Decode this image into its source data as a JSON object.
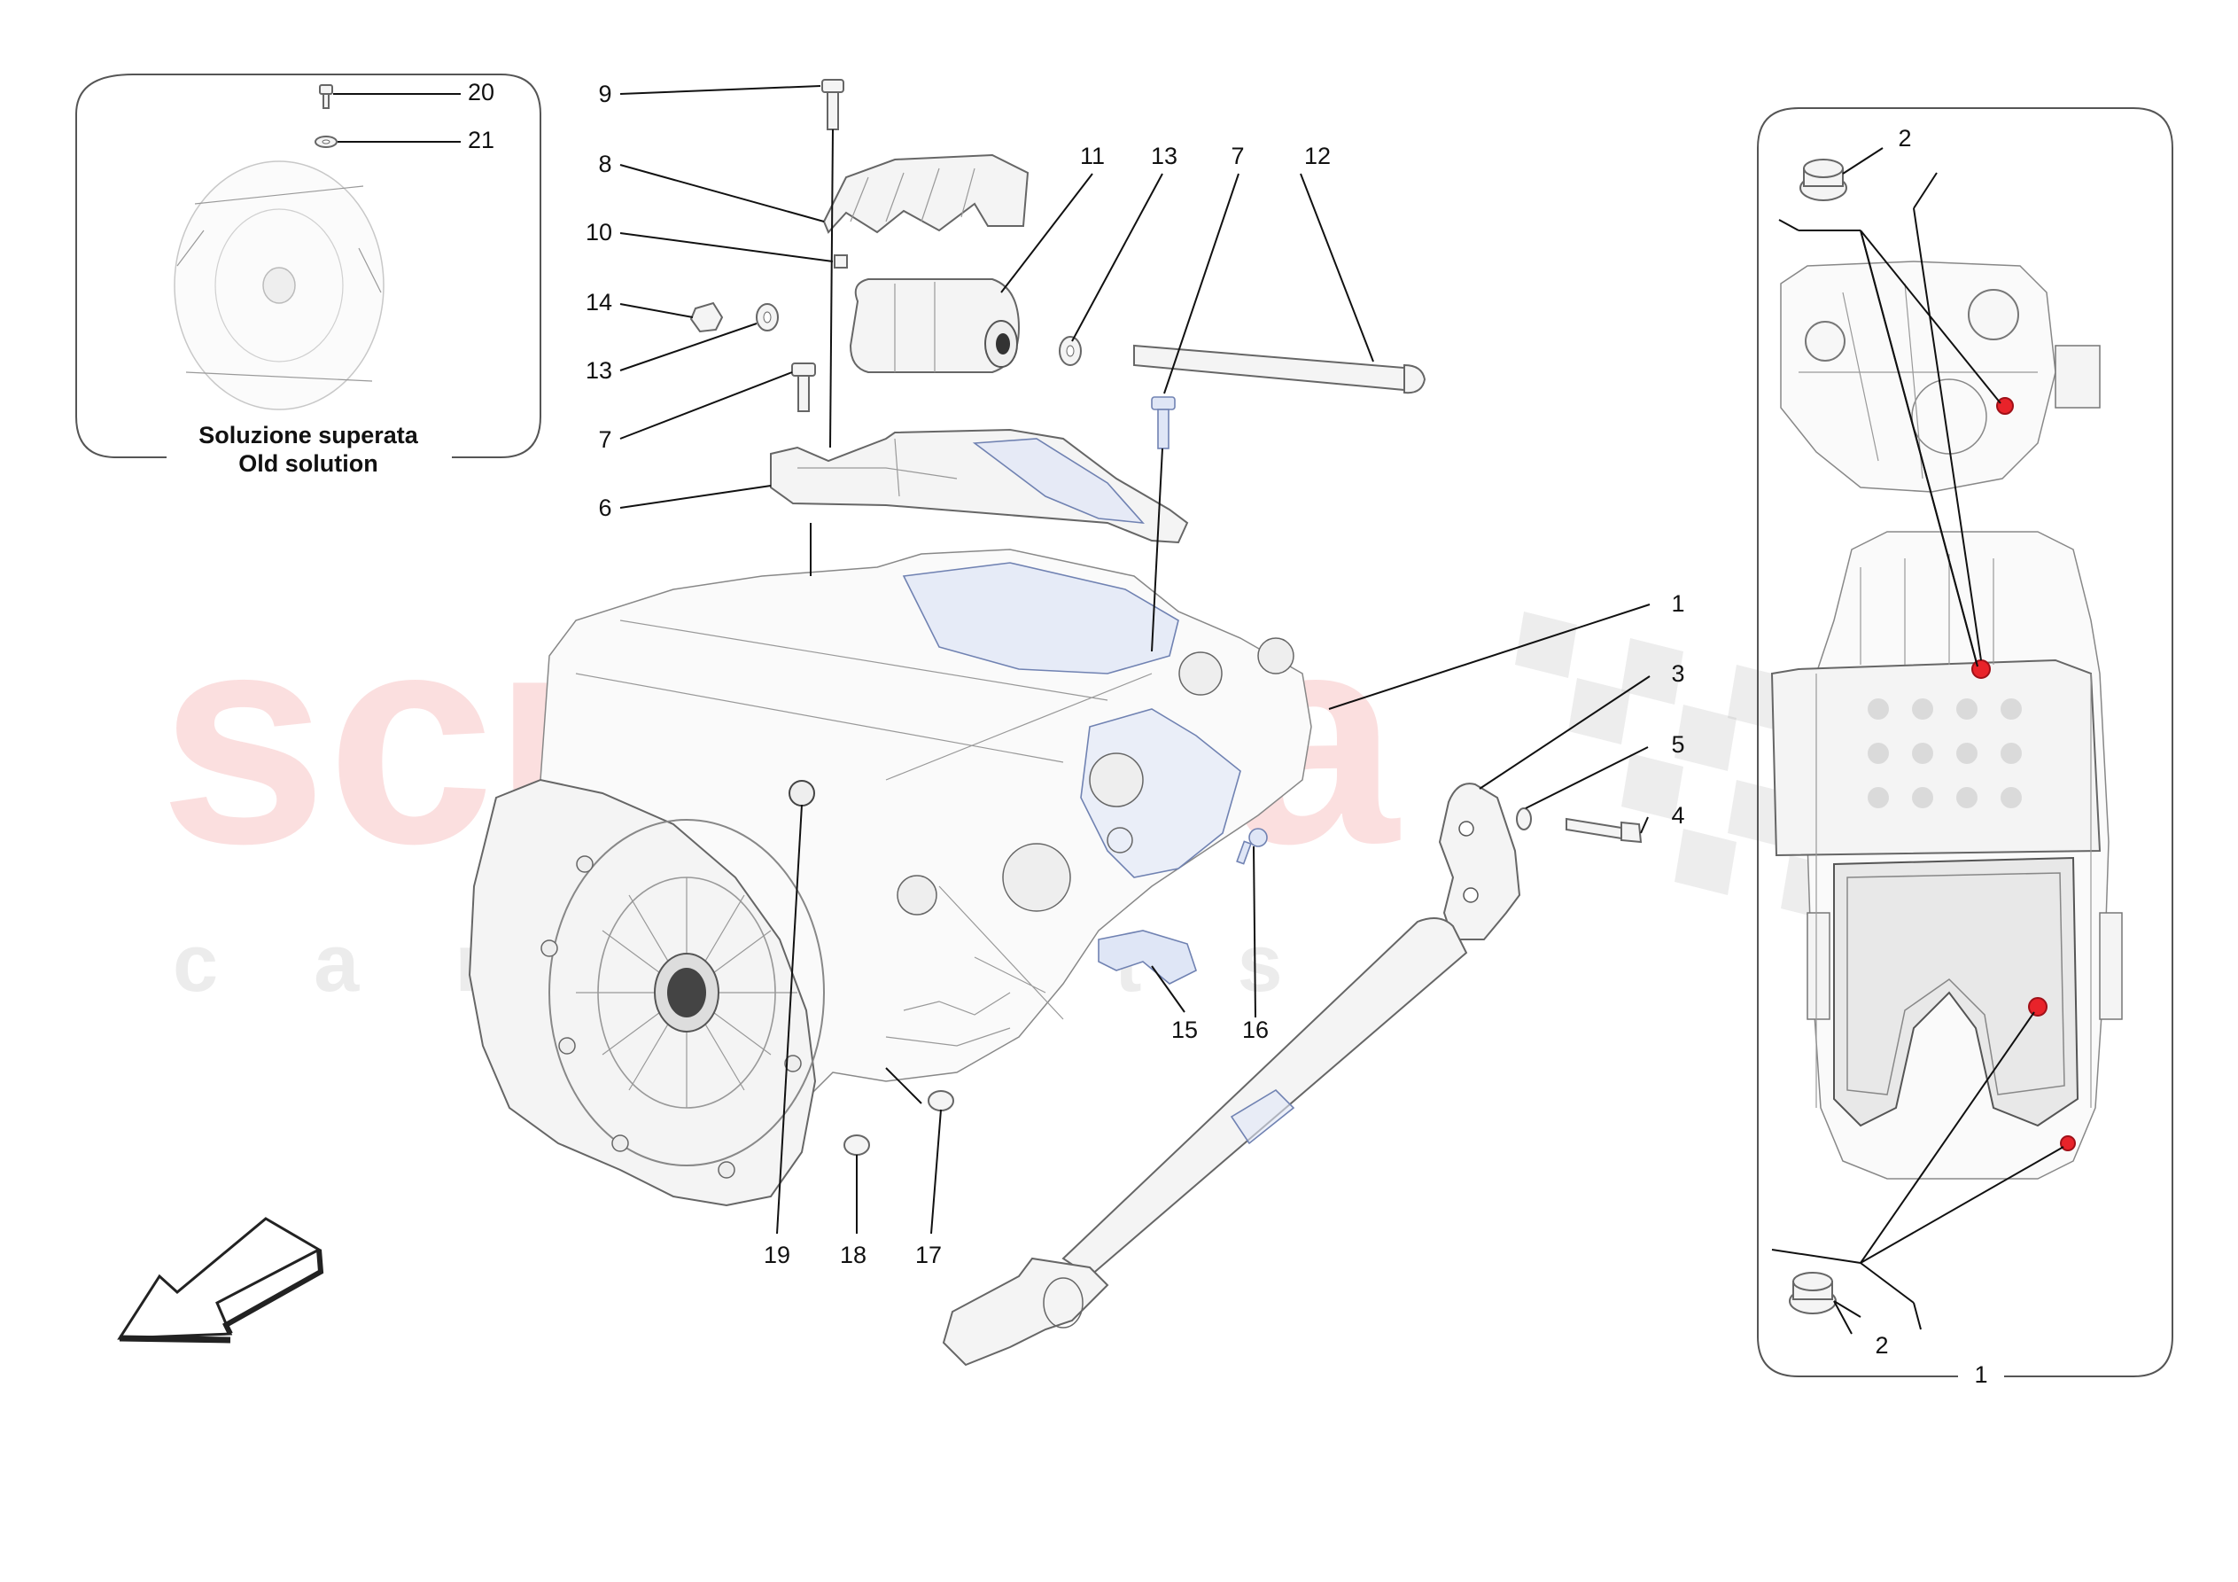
{
  "watermark": {
    "main": "scuderia",
    "sub": "car parts",
    "color": "#e8373a"
  },
  "inset_old": {
    "caption_line1": "Soluzione superata",
    "caption_line2": "Old solution"
  },
  "callouts": {
    "c1": "1",
    "c2": "2",
    "c3": "3",
    "c4": "4",
    "c5": "5",
    "c6": "6",
    "c7": "7",
    "c8": "8",
    "c9": "9",
    "c10": "10",
    "c11": "11",
    "c12": "12",
    "c13": "13",
    "c14": "14",
    "c15": "15",
    "c16": "16",
    "c17": "17",
    "c18": "18",
    "c19": "19",
    "c20": "20",
    "c21": "21"
  },
  "marker_color": "#e8232a",
  "direction_icon": "arrow-front-icon"
}
